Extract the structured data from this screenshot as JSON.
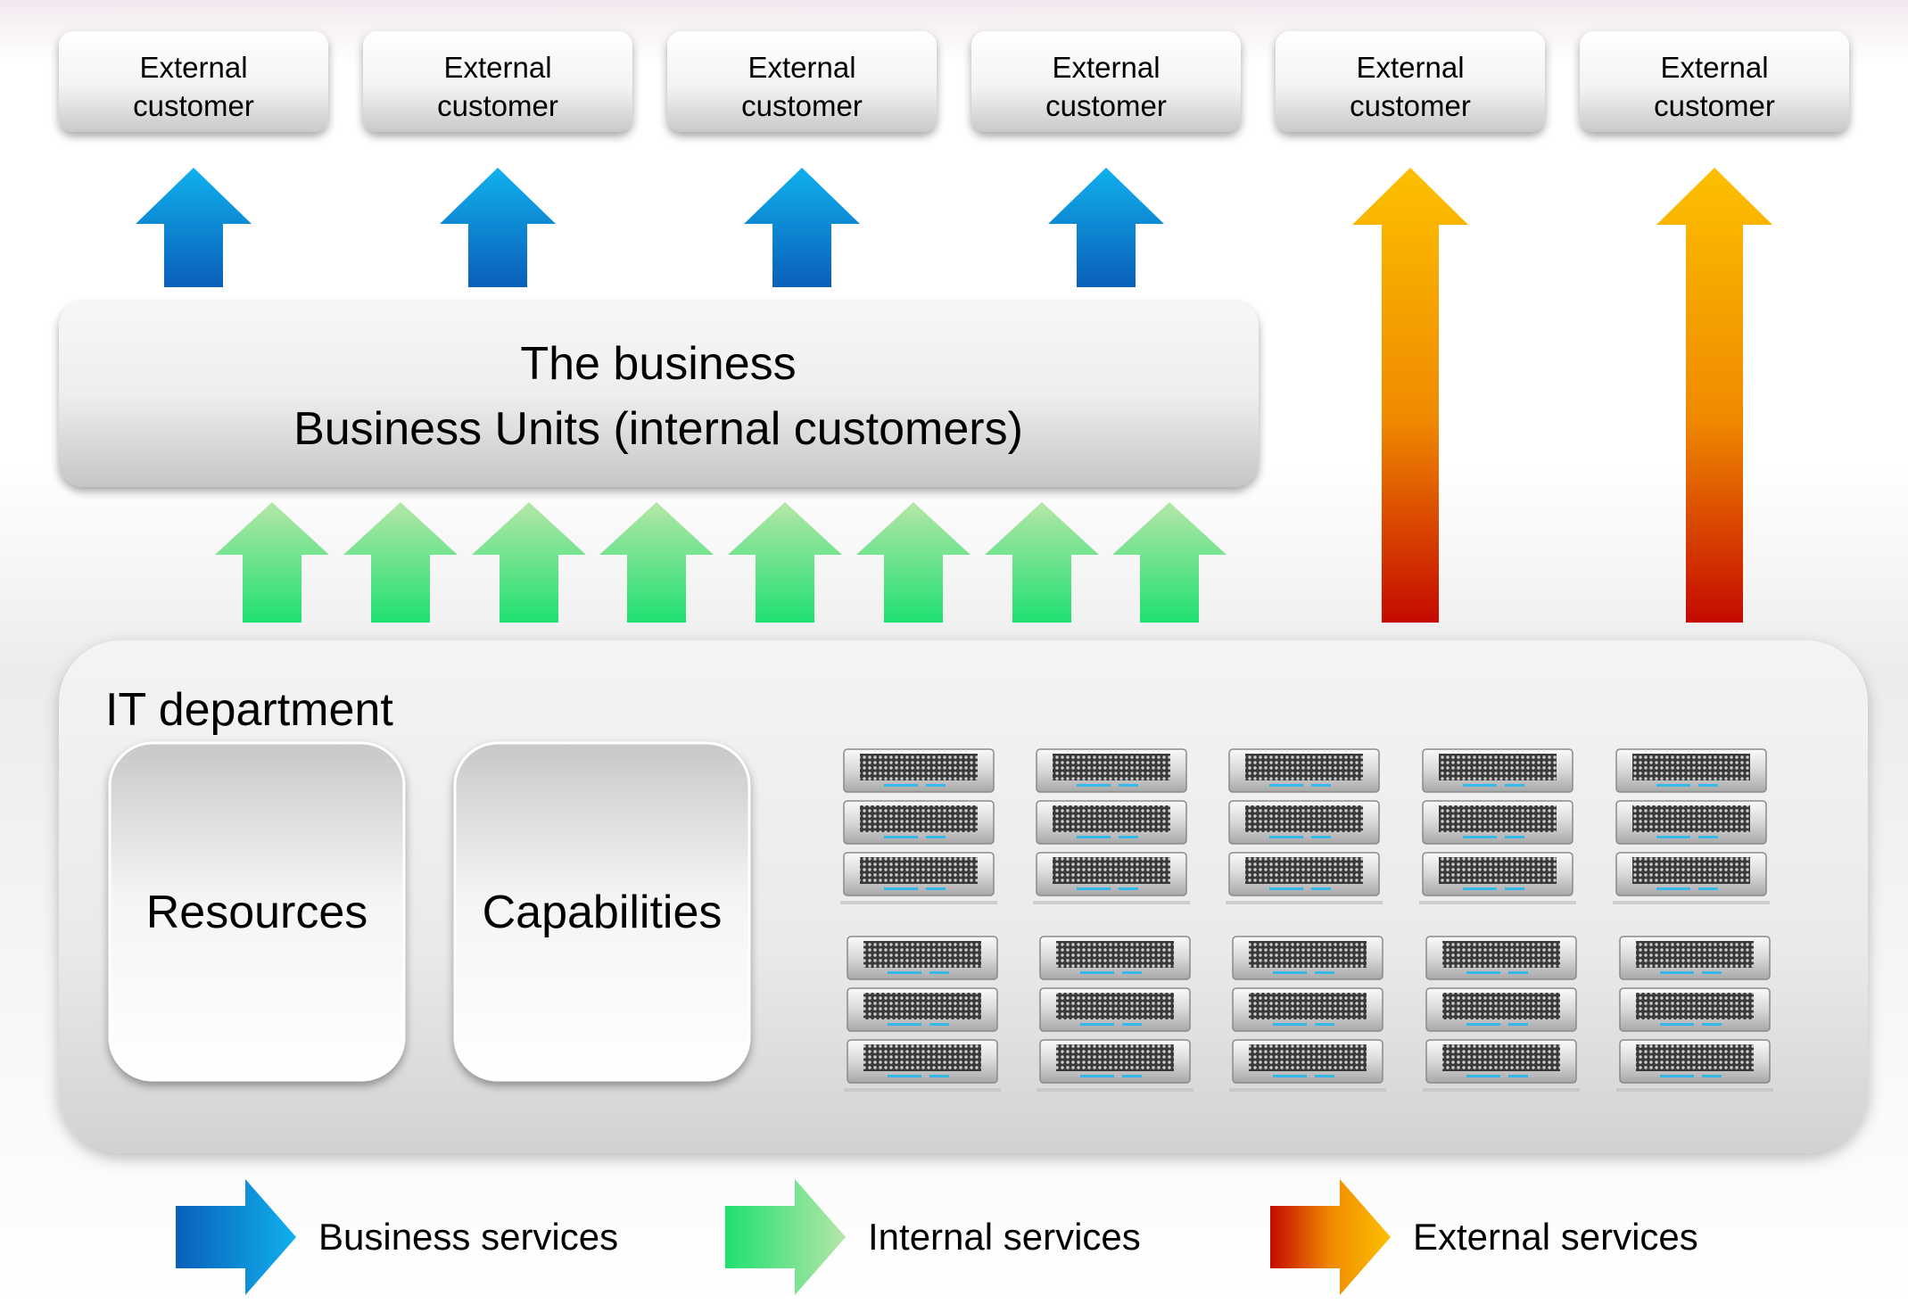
{
  "external_customers": [
    {
      "line1": "External",
      "line2": "customer"
    },
    {
      "line1": "External",
      "line2": "customer"
    },
    {
      "line1": "External",
      "line2": "customer"
    },
    {
      "line1": "External",
      "line2": "customer"
    },
    {
      "line1": "External",
      "line2": "customer"
    },
    {
      "line1": "External",
      "line2": "customer"
    }
  ],
  "business": {
    "title": "The business",
    "subtitle": "Business Units (internal customers)"
  },
  "it_department": {
    "title": "IT department",
    "resources_label": "Resources",
    "capabilities_label": "Capabilities",
    "server_icon": "server-rack-icon"
  },
  "legend": {
    "business_services": "Business services",
    "internal_services": "Internal services",
    "external_services": "External services"
  },
  "colors": {
    "business_arrow_top": "#10b0ee",
    "business_arrow_bottom": "#0a5fb8",
    "internal_arrow_top": "#b6e6a8",
    "internal_arrow_bottom": "#1fe070",
    "external_arrow_top": "#fcc000",
    "external_arrow_bottom": "#c40a00"
  }
}
